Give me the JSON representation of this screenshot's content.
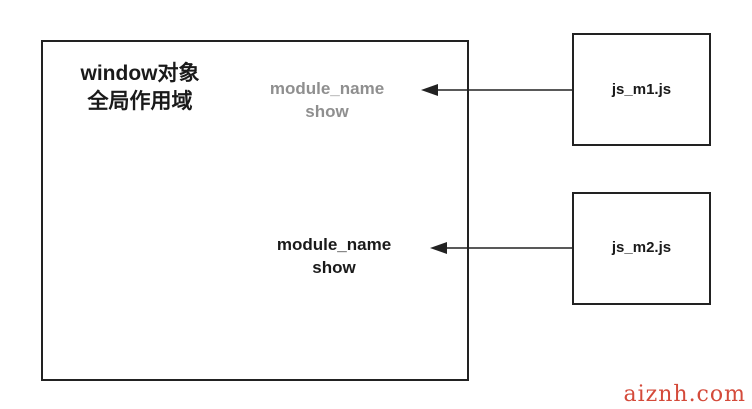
{
  "window_scope": {
    "title_line1": "window对象",
    "title_line2": "全局作用域"
  },
  "faded_vars": {
    "name": "module_name",
    "fn": "show"
  },
  "active_vars": {
    "name": "module_name",
    "fn": "show"
  },
  "modules": {
    "m1": "js_m1.js",
    "m2": "js_m2.js"
  },
  "watermark": "aiznh.com",
  "colors": {
    "faded_text": "#8f8f8f",
    "text": "#1a1a1a",
    "watermark": "#d44a3a"
  }
}
